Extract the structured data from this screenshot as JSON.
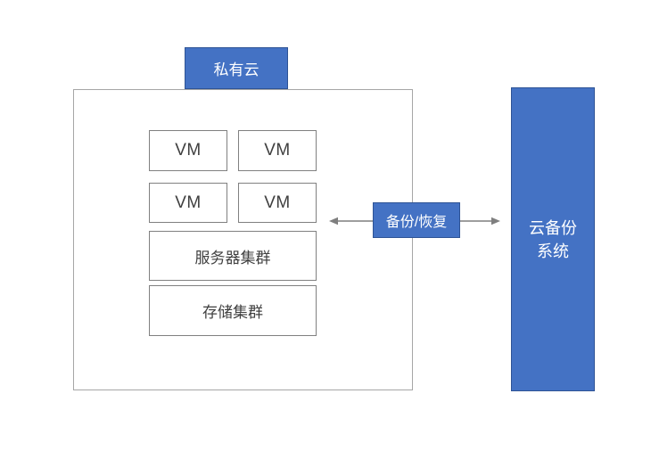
{
  "diagram": {
    "private_cloud": {
      "label": "私有云"
    },
    "cluster": {
      "vms": [
        "VM",
        "VM",
        "VM",
        "VM"
      ],
      "server_cluster_label": "服务器集群",
      "storage_cluster_label": "存储集群"
    },
    "connector": {
      "label": "备份/恢复"
    },
    "cloud_backup_system": {
      "label_line1": "云备份",
      "label_line2": "系统"
    },
    "colors": {
      "accent_fill": "#4472c4",
      "accent_border": "#2e5395",
      "inner_box_border": "#808080",
      "outer_box_border": "#a6a6a6",
      "arrow": "#7f7f7f",
      "text_dark": "#404040",
      "text_light": "#ffffff",
      "background": "#ffffff"
    }
  }
}
